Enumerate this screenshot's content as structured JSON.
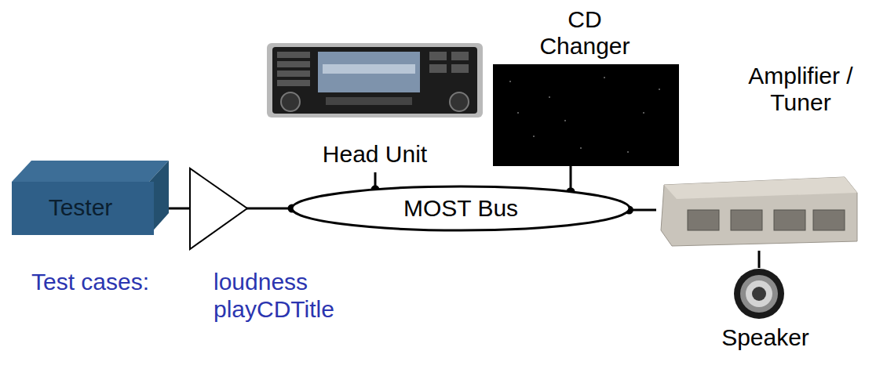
{
  "diagram": {
    "nodes": [
      {
        "text": [
          "Tester"
        ]
      },
      {
        "text": [
          "Head Unit"
        ]
      },
      {
        "text": [
          "CD Changer"
        ]
      },
      {
        "text": [
          "MOST Bus"
        ]
      },
      {
        "text": [
          "Amplifier / Tuner"
        ]
      },
      {
        "text": [
          "Speaker"
        ]
      }
    ],
    "edges": [
      {
        "from": 0,
        "to": 3,
        "arrow": "none"
      },
      {
        "from": 1,
        "to": 3,
        "arrow": "none"
      },
      {
        "from": 2,
        "to": 3,
        "arrow": "none"
      },
      {
        "from": 3,
        "to": 4,
        "arrow": "none"
      },
      {
        "from": 4,
        "to": 5,
        "arrow": "none"
      }
    ],
    "labels": [
      "Test cases:",
      "loudness",
      "playCDTitle"
    ]
  }
}
